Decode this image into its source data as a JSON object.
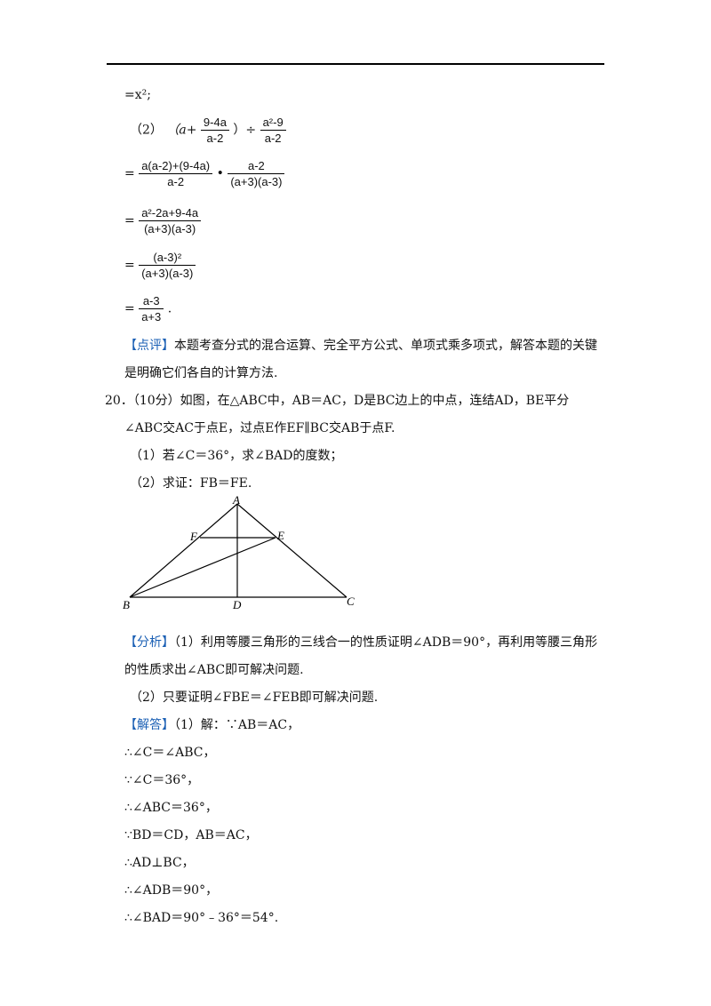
{
  "page": {
    "line_x2": "=x²;",
    "part2_label": "（2）",
    "step0": {
      "open": "（a+",
      "frac1_num": "9-4a",
      "frac1_den": "a-2",
      "close": "）÷",
      "frac2_num": "a²-9",
      "frac2_den": "a-2"
    },
    "step1": {
      "eq": "=",
      "frac1_num": "a(a-2)+(9-4a)",
      "frac1_den": "a-2",
      "dot": "•",
      "frac2_num": "a-2",
      "frac2_den": "(a+3)(a-3)"
    },
    "step2": {
      "eq": "=",
      "num": "a²-2a+9-4a",
      "den": "(a+3)(a-3)"
    },
    "step3": {
      "eq": "=",
      "num": "(a-3)²",
      "den": "(a+3)(a-3)"
    },
    "step4": {
      "eq": "=",
      "num": "a-3",
      "den": "a+3",
      "end": "."
    },
    "comment": {
      "tag": "【点评】",
      "line1": "本题考查分式的混合运算、完全平方公式、单项式乘多项式，解答本题的关键",
      "line2": "是明确它们各自的计算方法."
    },
    "q20": {
      "line1": "20．（10分）如图，在△ABC中，AB＝AC，D是BC边上的中点，连结AD，BE平分",
      "line2": "∠ABC交AC于点E，过点E作EF∥BC交AB于点F.",
      "sub1": "（1）若∠C＝36°，求∠BAD的度数；",
      "sub2": "（2）求证：FB＝FE."
    },
    "figure": {
      "A": "A",
      "B": "B",
      "C": "C",
      "D": "D",
      "E": "E",
      "F": "F"
    },
    "analysis": {
      "tag": "【分析】",
      "line1": "（1）利用等腰三角形的三线合一的性质证明∠ADB＝90°，再利用等腰三角形",
      "line2": "的性质求出∠ABC即可解决问题.",
      "line3": "（2）只要证明∠FBE＝∠FEB即可解决问题."
    },
    "answer": {
      "tag": "【解答】",
      "line1": "（1）解：∵AB＝AC，",
      "steps": [
        "∴∠C＝∠ABC，",
        "∵∠C＝36°，",
        "∴∠ABC＝36°，",
        "∵BD＝CD，AB＝AC，",
        "∴AD⊥BC，",
        "∴∠ADB＝90°，",
        "∴∠BAD＝90°﹣36°＝54°."
      ]
    },
    "tag_color": "#1a5fb4"
  }
}
